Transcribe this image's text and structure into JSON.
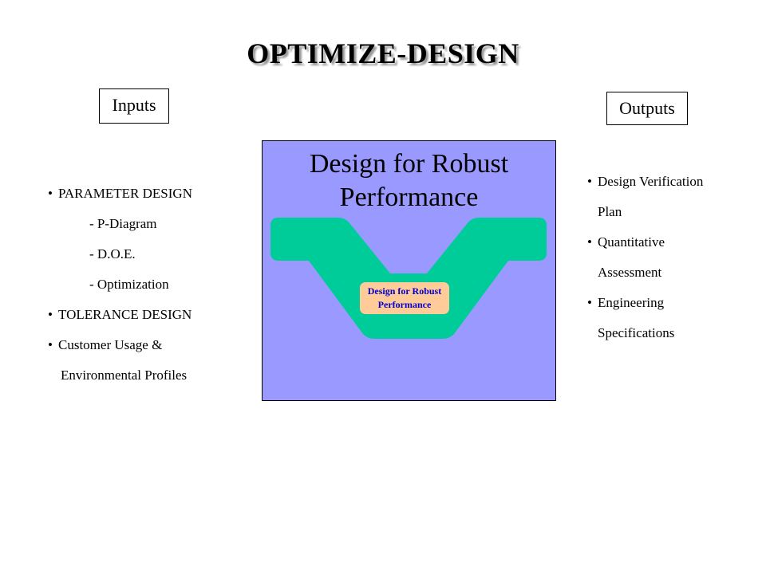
{
  "title": "OPTIMIZE-DESIGN",
  "inputs": {
    "label": "Inputs",
    "items": [
      "PARAMETER DESIGN",
      "- P-Diagram",
      "- D.O.E.",
      "- Optimization",
      "TOLERANCE DESIGN",
      "Customer Usage &",
      "Environmental Profiles"
    ]
  },
  "outputs": {
    "label": "Outputs",
    "items": [
      "Design Verification",
      "Plan",
      "Quantitative",
      "Assessment",
      "Engineering",
      "Specifications"
    ]
  },
  "center": {
    "title_line1": "Design for Robust",
    "title_line2": "Performance",
    "inner_line1": "Design for Robust",
    "inner_line2": "Performance"
  },
  "colors": {
    "box_fill": "#9999ff",
    "v_shape_fill": "#00cc99",
    "inner_label_fill": "#ffcc99",
    "inner_label_text": "#0000cc"
  }
}
